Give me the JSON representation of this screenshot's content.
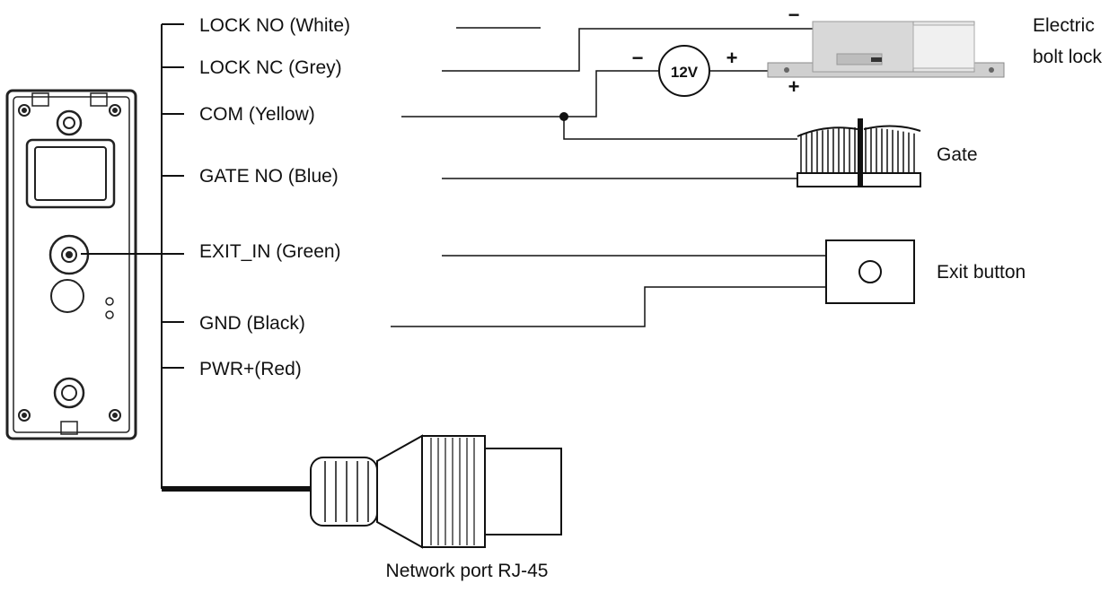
{
  "wires": [
    {
      "id": "lock-no",
      "label": "LOCK NO (White)"
    },
    {
      "id": "lock-nc",
      "label": "LOCK NC (Grey)"
    },
    {
      "id": "com",
      "label": "COM (Yellow)"
    },
    {
      "id": "gate-no",
      "label": "GATE NO (Blue)"
    },
    {
      "id": "exit-in",
      "label": "EXIT_IN (Green)"
    },
    {
      "id": "gnd",
      "label": "GND (Black)"
    },
    {
      "id": "pwr",
      "label": "PWR+(Red)"
    }
  ],
  "devices": {
    "lock_line1": "Electric",
    "lock_line2": "bolt lock",
    "gate": "Gate",
    "exit_button": "Exit button",
    "network_port": "Network port RJ-45"
  },
  "power_supply": {
    "voltage": "12V",
    "minus": "−",
    "plus": "+"
  },
  "lock_polarity": {
    "minus": "−",
    "plus": "+"
  }
}
